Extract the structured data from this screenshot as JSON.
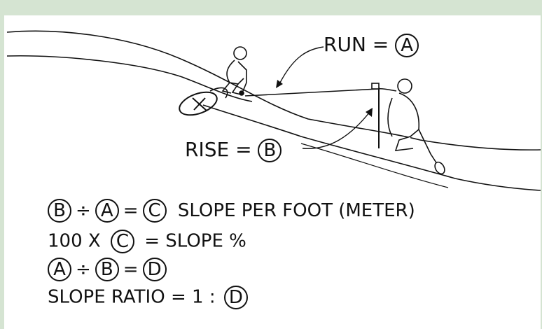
{
  "run_label": {
    "text": "RUN =",
    "var": "A"
  },
  "rise_label": {
    "text": "RISE =",
    "var": "B"
  },
  "equations": {
    "line1": {
      "v1": "B",
      "op1": "÷",
      "v2": "A",
      "op2": "=",
      "v3": "C",
      "text": "SLOPE PER FOOT (METER)"
    },
    "line2": {
      "text1": "100 X",
      "v1": "C",
      "text2": "= SLOPE %"
    },
    "line3": {
      "v1": "A",
      "op1": "÷",
      "v2": "B",
      "op2": "=",
      "v3": "D"
    },
    "line4": {
      "text": "SLOPE RATIO = 1 :",
      "v1": "D"
    }
  },
  "colors": {
    "background": "#d5e4d2",
    "panel": "#ffffff",
    "ink": "#111111"
  }
}
